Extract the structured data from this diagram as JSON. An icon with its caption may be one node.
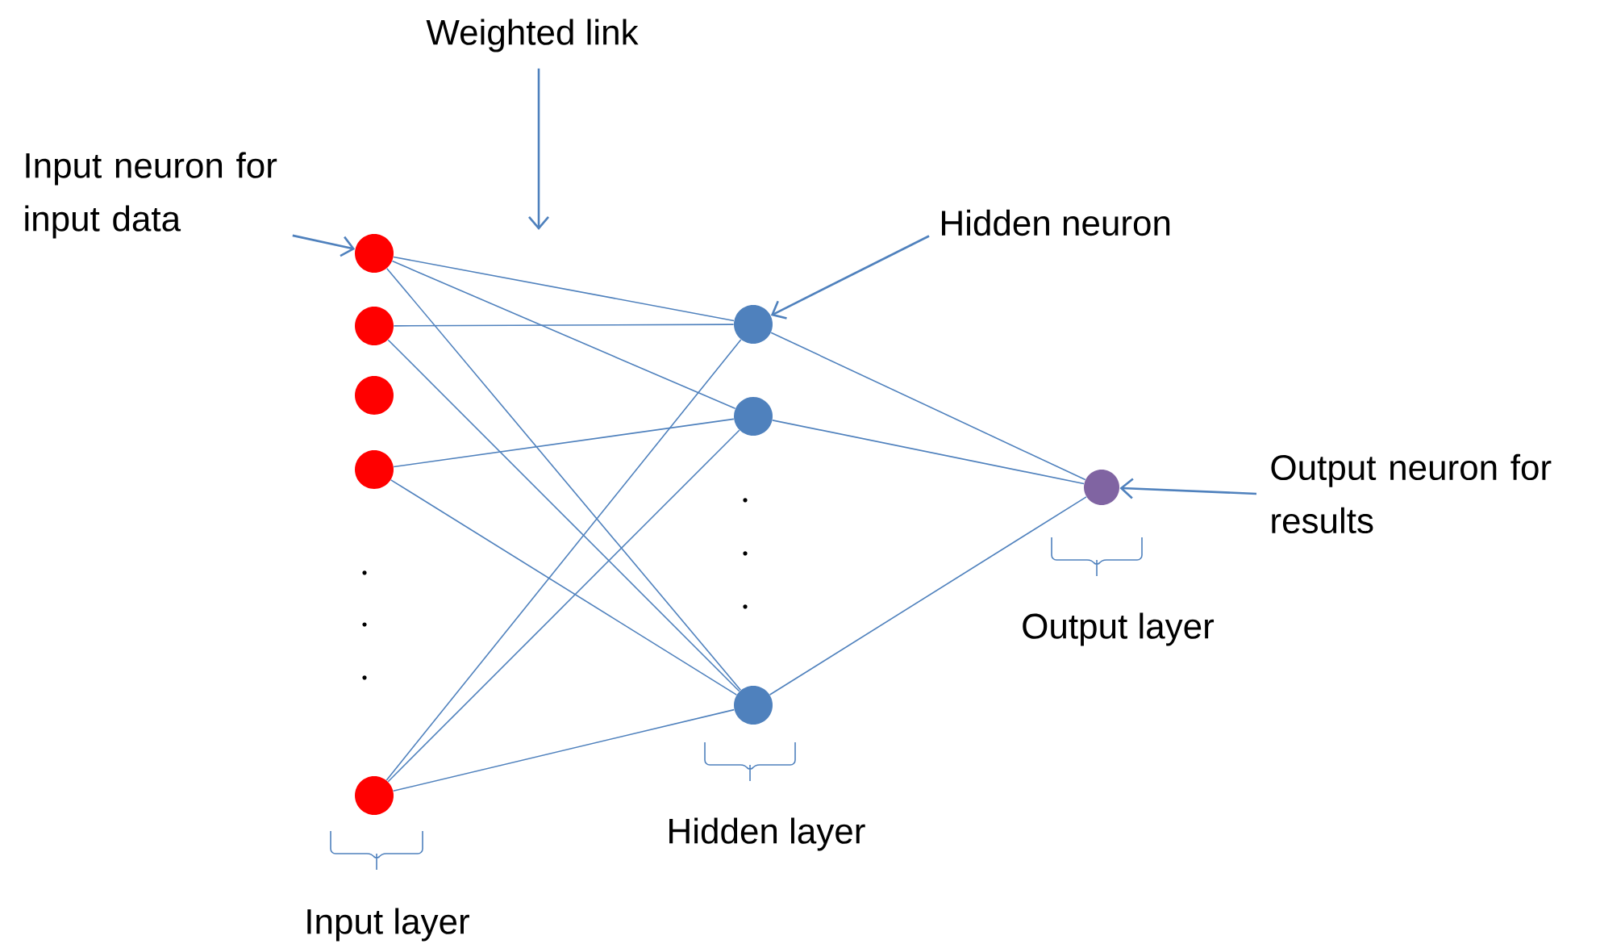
{
  "diagram": {
    "nodes": [
      {
        "text": [
          "Weighted link"
        ]
      },
      {
        "text": [
          "Input neuron for input data"
        ]
      },
      {
        "text": [
          "Hidden neuron"
        ]
      },
      {
        "text": [
          "Output neuron for results"
        ]
      },
      {
        "text": [],
        "shape": "circle"
      },
      {
        "text": [],
        "shape": "circle"
      },
      {
        "text": [],
        "shape": "circle"
      },
      {
        "text": [],
        "shape": "circle"
      },
      {
        "text": [],
        "shape": "circle"
      },
      {
        "text": [],
        "shape": "circle"
      },
      {
        "text": [],
        "shape": "circle"
      },
      {
        "text": [],
        "shape": "circle"
      },
      {
        "text": [],
        "shape": "circle"
      }
    ],
    "edges": [
      {
        "from": 0,
        "to": null,
        "arrow": "to"
      },
      {
        "from": 1,
        "to": 4,
        "arrow": "to"
      },
      {
        "from": 2,
        "to": 9,
        "arrow": "to"
      },
      {
        "from": 3,
        "to": 12,
        "arrow": "to"
      },
      {
        "from": 4,
        "to": 9,
        "arrow": "none"
      },
      {
        "from": 4,
        "to": 10,
        "arrow": "none"
      },
      {
        "from": 4,
        "to": 11,
        "arrow": "none"
      },
      {
        "from": 5,
        "to": 9,
        "arrow": "none"
      },
      {
        "from": 5,
        "to": 11,
        "arrow": "none"
      },
      {
        "from": 7,
        "to": 10,
        "arrow": "none"
      },
      {
        "from": 7,
        "to": 11,
        "arrow": "none"
      },
      {
        "from": 8,
        "to": 9,
        "arrow": "none"
      },
      {
        "from": 8,
        "to": 10,
        "arrow": "none"
      },
      {
        "from": 8,
        "to": 11,
        "arrow": "none"
      },
      {
        "from": 9,
        "to": 12,
        "arrow": "none"
      },
      {
        "from": 10,
        "to": 12,
        "arrow": "none"
      },
      {
        "from": 11,
        "to": 12,
        "arrow": "none"
      }
    ],
    "labels": [
      "Input layer",
      "Hidden layer",
      "Output layer"
    ]
  }
}
